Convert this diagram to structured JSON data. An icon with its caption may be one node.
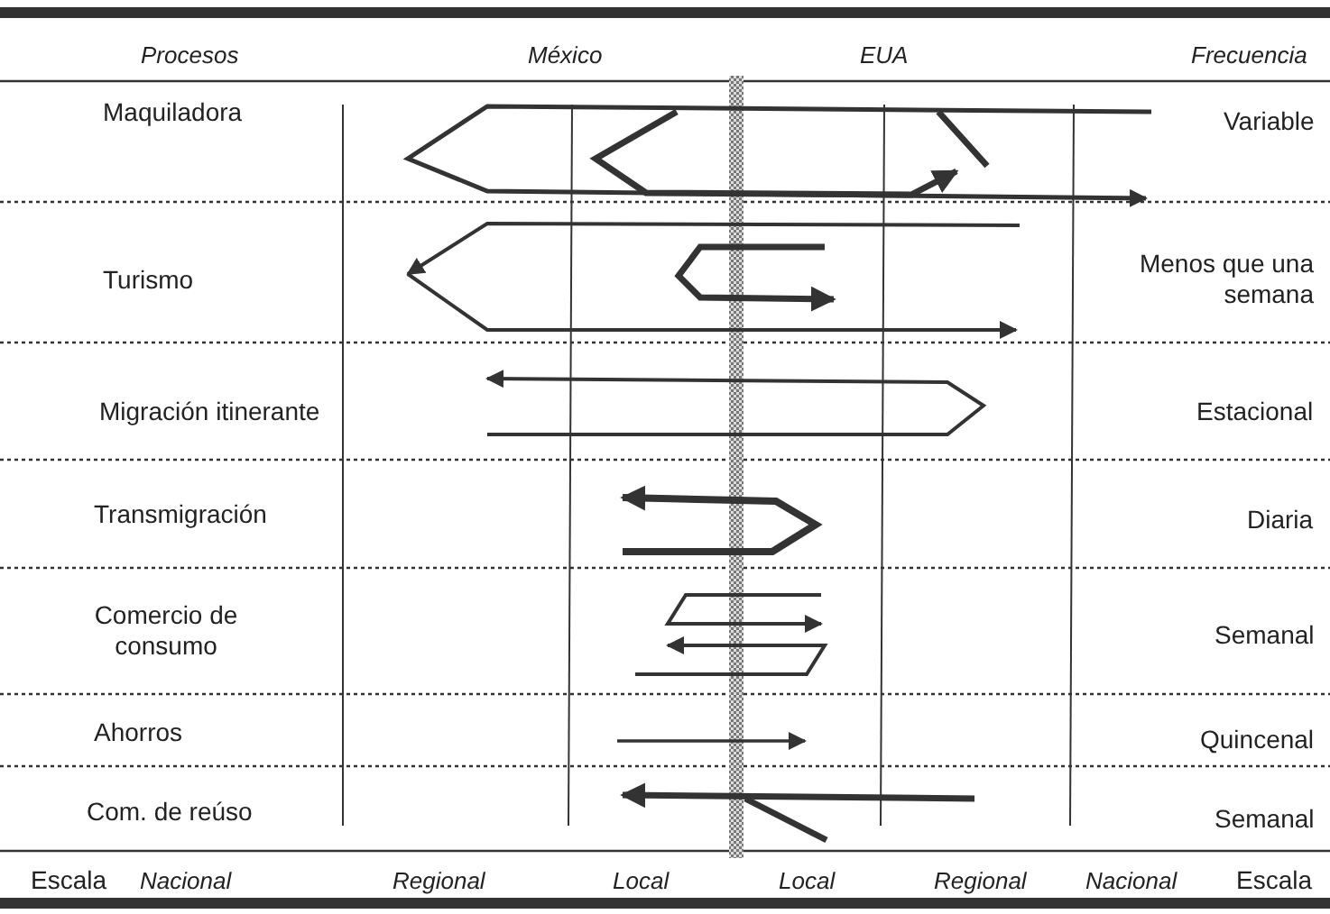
{
  "diagram": {
    "labels": [
      "Procesos",
      "México",
      "EUA",
      "Frecuencia",
      "Maquiladora",
      "Variable",
      "Turismo",
      "Menos que una semana",
      "Migración itinerante",
      "Estacional",
      "Transmigración",
      "Diaria",
      "Comercio de consumo",
      "Semanal",
      "Ahorros",
      "Quincenal",
      "Com. de reúso",
      "Semanal",
      "Escala",
      "Nacional",
      "Regional",
      "Local",
      "Local",
      "Regional",
      "Nacional",
      "Escala"
    ]
  }
}
